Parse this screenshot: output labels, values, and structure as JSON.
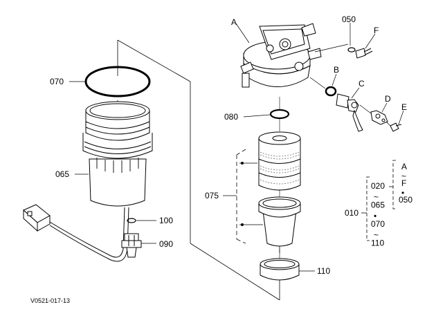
{
  "figure_code": "V0521-017-13",
  "callouts": {
    "c070": "070",
    "c065": "065",
    "c100": "100",
    "c090": "090",
    "c080": "080",
    "c075": "075",
    "c110": "110",
    "cA": "A",
    "cB": "B",
    "cC": "C",
    "cD": "D",
    "cE": "E",
    "cF": "F",
    "c050": "050"
  },
  "legend": {
    "main": "010",
    "left_col": [
      "020",
      "~",
      "065",
      "•",
      "070",
      "~",
      "110"
    ],
    "right_col": [
      "A",
      "~",
      "F",
      "•",
      "050"
    ]
  }
}
